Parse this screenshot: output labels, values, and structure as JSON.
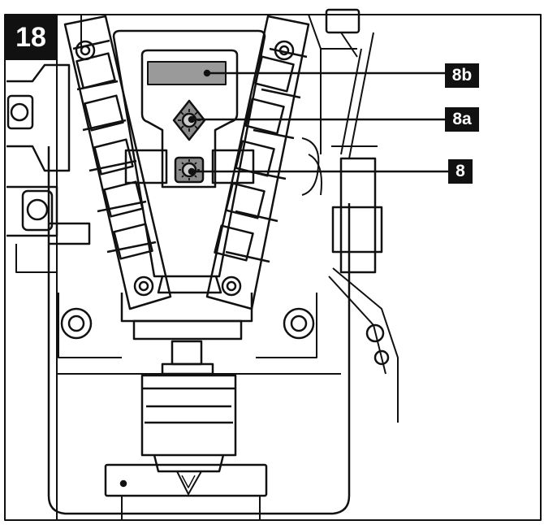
{
  "figure": {
    "number": "18",
    "callouts": {
      "display": "8b",
      "button_upper": "8a",
      "button_lower": "8"
    }
  },
  "colors": {
    "line": "#111111",
    "badge_bg": "#111111",
    "badge_text": "#ffffff",
    "display_fill": "#9a9a9a",
    "button_fill": "#8a8a8a",
    "background": "#ffffff"
  },
  "icons": [
    "diamond-button-icon",
    "round-button-icon",
    "display-screen"
  ]
}
